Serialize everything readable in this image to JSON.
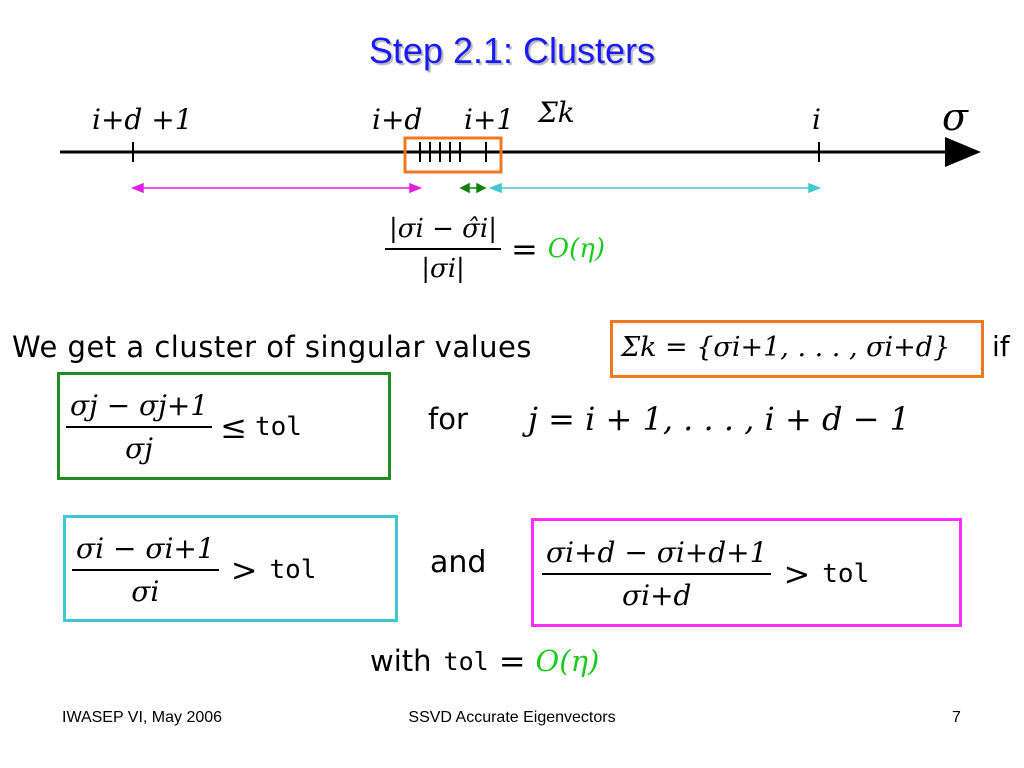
{
  "slide": {
    "title": "Step 2.1: Clusters",
    "number_line": {
      "label_i_d_1": "i+d +1",
      "label_i_d": "i+d",
      "label_i_1": "i+1",
      "label_sigma_k": "Σk",
      "label_i": "i",
      "label_sigma": "σ"
    },
    "relative_error": {
      "numerator": "|σi − σ̂i|",
      "denominator": "|σi|",
      "equals": "=",
      "order": "O(η)"
    },
    "statement": {
      "text": "We get a cluster of singular values",
      "set": "Σk = {σi+1, . . . , σi+d}",
      "if": "if"
    },
    "condition_gap": {
      "numerator": "σj − σj+1",
      "denominator": "σj",
      "relation": "≤",
      "tol": "tol",
      "for": "for",
      "range": "j = i + 1, . . . , i + d − 1"
    },
    "condition_left": {
      "numerator": "σi − σi+1",
      "denominator": "σi",
      "relation": ">",
      "tol": "tol"
    },
    "and": "and",
    "condition_right": {
      "numerator": "σi+d − σi+d+1",
      "denominator": "σi+d",
      "relation": ">",
      "tol": "tol"
    },
    "with_line": {
      "with": "with",
      "tol": "tol",
      "equals": "=",
      "order": "O(η)"
    },
    "colors": {
      "title": "#1a1aff",
      "cluster_box": "#f07820",
      "gap_box": "#1e8c1e",
      "left_box": "#40c8d0",
      "right_box": "#ff30ff",
      "order": "#1ec81e"
    }
  },
  "footer": {
    "left": "IWASEP VI, May 2006",
    "center": "SSVD Accurate Eigenvectors",
    "page": "7"
  }
}
